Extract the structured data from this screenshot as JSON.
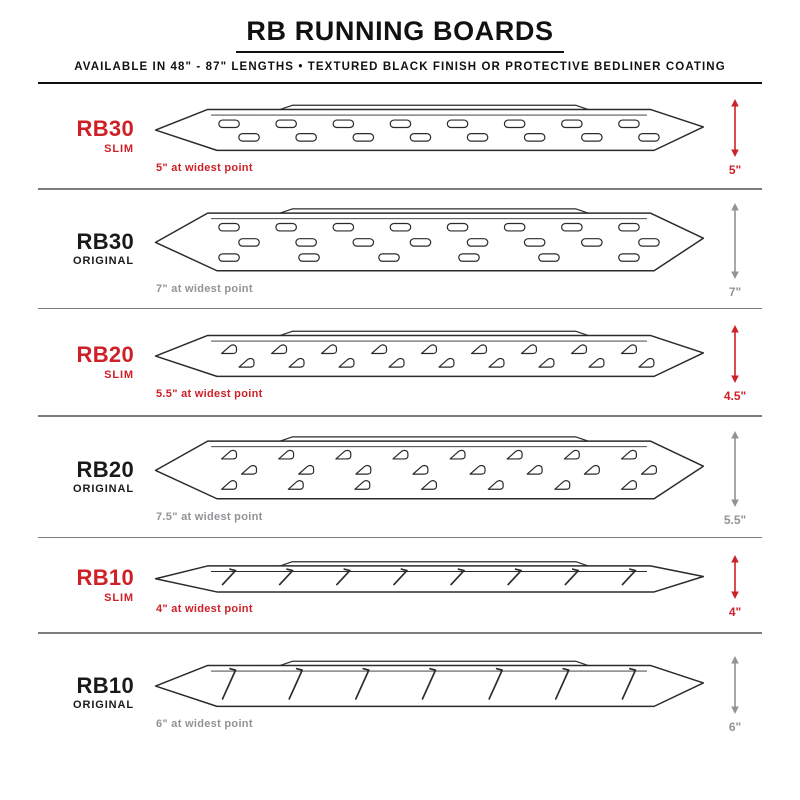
{
  "header": {
    "title": "RB RUNNING BOARDS",
    "subtitle": "AVAILABLE IN 48\" - 87\" LENGTHS   •   TEXTURED BLACK FINISH OR PROTECTIVE BEDLINER COATING"
  },
  "colors": {
    "slim_red": "#cf2028",
    "original_gray": "#919396",
    "drawing_line": "#2b2b2b"
  },
  "boards": [
    {
      "model": "RB30",
      "variant": "SLIM",
      "style": "slim",
      "width_note": "5\" at widest point",
      "side_height": "5\"",
      "drawing": {
        "slot": "oval",
        "rows": [
          8,
          8
        ],
        "h": 56
      }
    },
    {
      "model": "RB30",
      "variant": "ORIGINAL",
      "style": "original",
      "width_note": "7\" at widest point",
      "side_height": "7\"",
      "drawing": {
        "slot": "oval",
        "rows": [
          8,
          8,
          6
        ],
        "h": 74
      }
    },
    {
      "model": "RB20",
      "variant": "SLIM",
      "style": "slim",
      "width_note": "5.5\" at widest point",
      "side_height": "4.5\"",
      "drawing": {
        "slot": "scoop",
        "rows": [
          9,
          9
        ],
        "h": 56
      }
    },
    {
      "model": "RB20",
      "variant": "ORIGINAL",
      "style": "original",
      "width_note": "7.5\" at widest point",
      "side_height": "5.5\"",
      "drawing": {
        "slot": "scoop",
        "rows": [
          8,
          8,
          7
        ],
        "h": 74
      }
    },
    {
      "model": "RB10",
      "variant": "SLIM",
      "style": "slim",
      "width_note": "4\" at widest point",
      "side_height": "4\"",
      "drawing": {
        "slot": "slash",
        "rows": [
          8
        ],
        "h": 40
      }
    },
    {
      "model": "RB10",
      "variant": "ORIGINAL",
      "style": "original",
      "width_note": "6\" at widest point",
      "side_height": "6\"",
      "drawing": {
        "slot": "slash",
        "rows": [
          7
        ],
        "h": 56
      }
    }
  ]
}
